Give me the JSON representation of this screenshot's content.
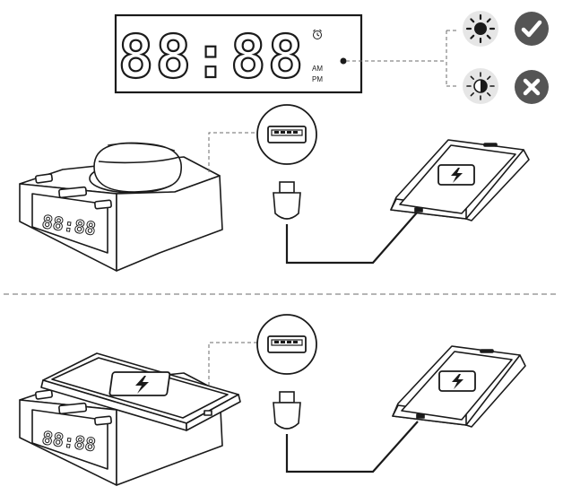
{
  "display": {
    "digits": "88:88",
    "am_label": "AM",
    "pm_label": "PM"
  },
  "icons": {
    "alarm": "alarm-clock-icon",
    "bright": "brightness-high-icon",
    "dim": "brightness-low-icon",
    "check": "check-icon",
    "cross": "cross-icon",
    "usb": "usb-a-port-icon",
    "usbc": "usb-c-plug-icon",
    "charge": "battery-charging-icon"
  },
  "colors": {
    "line": "#1a1a1a",
    "dashed": "#6b6b6b",
    "badge": "#555555",
    "sun_bg": "#e6e6e6"
  }
}
